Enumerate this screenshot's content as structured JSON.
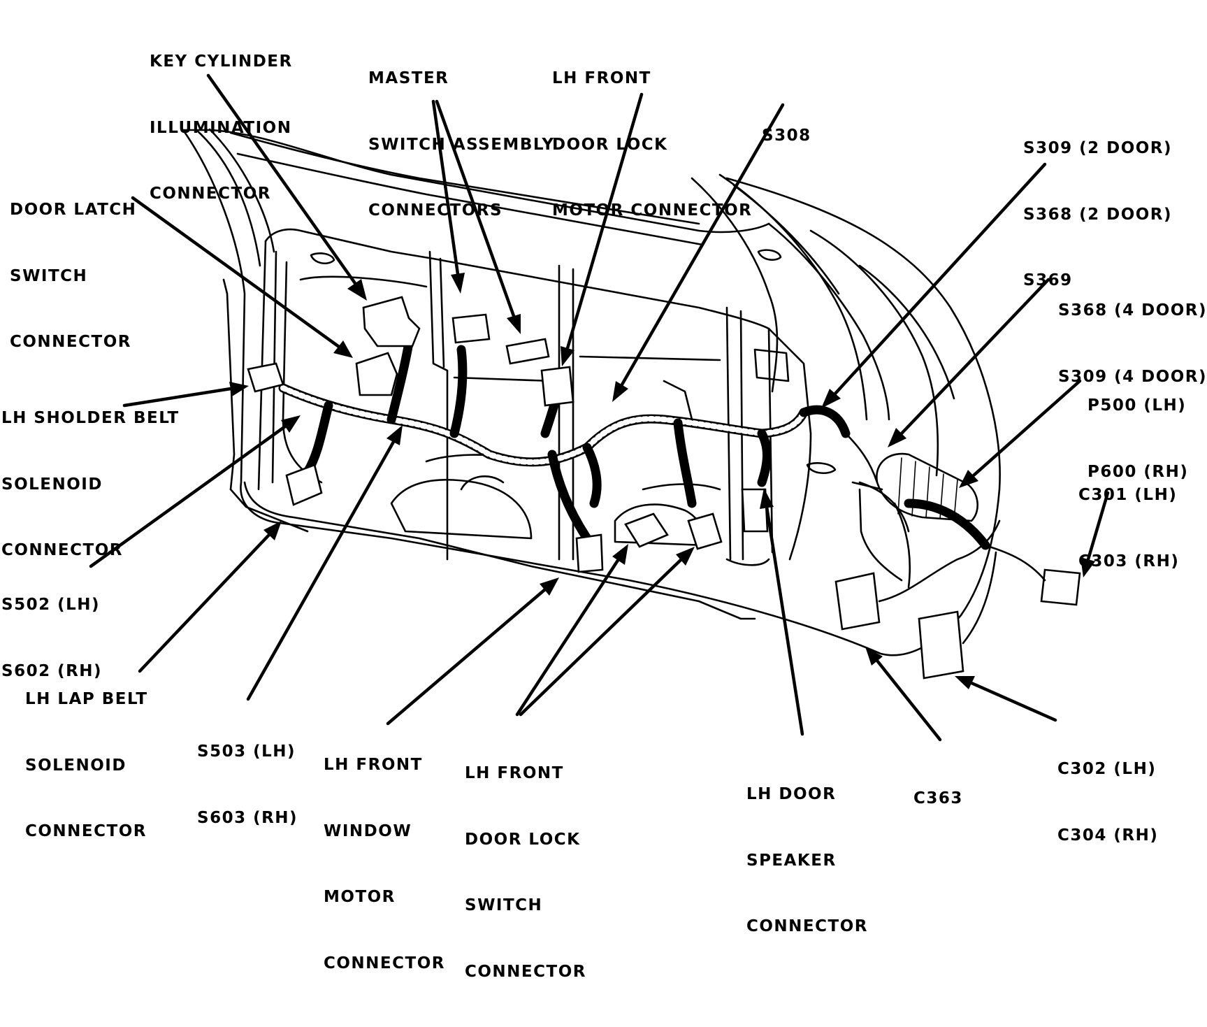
{
  "labels": [
    {
      "id": "key-cylinder-illumination-connector",
      "lines": [
        "KEY CYLINDER",
        "ILLUMINATION",
        "CONNECTOR"
      ]
    },
    {
      "id": "master-switch-assembly-connectors",
      "lines": [
        "MASTER",
        "SWITCH ASSEMBLY",
        "CONNECTORS"
      ]
    },
    {
      "id": "lh-front-door-lock-motor-connector",
      "lines": [
        "LH FRONT",
        "DOOR LOCK",
        "MOTOR CONNECTOR"
      ]
    },
    {
      "id": "s308",
      "lines": [
        "S308"
      ]
    },
    {
      "id": "s309-s368-s369",
      "lines": [
        "S309 (2 DOOR)",
        "S368 (2 DOOR)",
        "S369"
      ]
    },
    {
      "id": "door-latch-switch-connector",
      "lines": [
        "DOOR LATCH",
        "SWITCH",
        "CONNECTOR"
      ]
    },
    {
      "id": "s368-s309-4-door",
      "lines": [
        "S368 (4 DOOR)",
        "S309 (4 DOOR)"
      ]
    },
    {
      "id": "lh-sholder-belt-solenoid-connector",
      "lines": [
        "LH SHOLDER BELT",
        "SOLENOID",
        "CONNECTOR"
      ]
    },
    {
      "id": "p500-p600",
      "lines": [
        "P500 (LH)",
        "P600 (RH)"
      ]
    },
    {
      "id": "c301-c303",
      "lines": [
        "C301 (LH)",
        "C303 (RH)"
      ]
    },
    {
      "id": "s502-s602",
      "lines": [
        "S502 (LH)",
        "S602 (RH)"
      ]
    },
    {
      "id": "lh-lap-belt-solenoid-connector",
      "lines": [
        "LH LAP BELT",
        "SOLENOID",
        "CONNECTOR"
      ]
    },
    {
      "id": "s503-s603",
      "lines": [
        "S503 (LH)",
        "S603 (RH)"
      ]
    },
    {
      "id": "lh-front-window-motor-connector",
      "lines": [
        "LH FRONT",
        "WINDOW",
        "MOTOR",
        "CONNECTOR"
      ]
    },
    {
      "id": "lh-front-door-lock-switch-connector",
      "lines": [
        "LH FRONT",
        "DOOR LOCK",
        "SWITCH",
        "CONNECTOR"
      ]
    },
    {
      "id": "lh-door-speaker-connector",
      "lines": [
        "LH DOOR",
        "SPEAKER",
        "CONNECTOR"
      ]
    },
    {
      "id": "c363",
      "lines": [
        "C363"
      ]
    },
    {
      "id": "c302-c304",
      "lines": [
        "C302 (LH)",
        "C304 (RH)"
      ]
    }
  ]
}
